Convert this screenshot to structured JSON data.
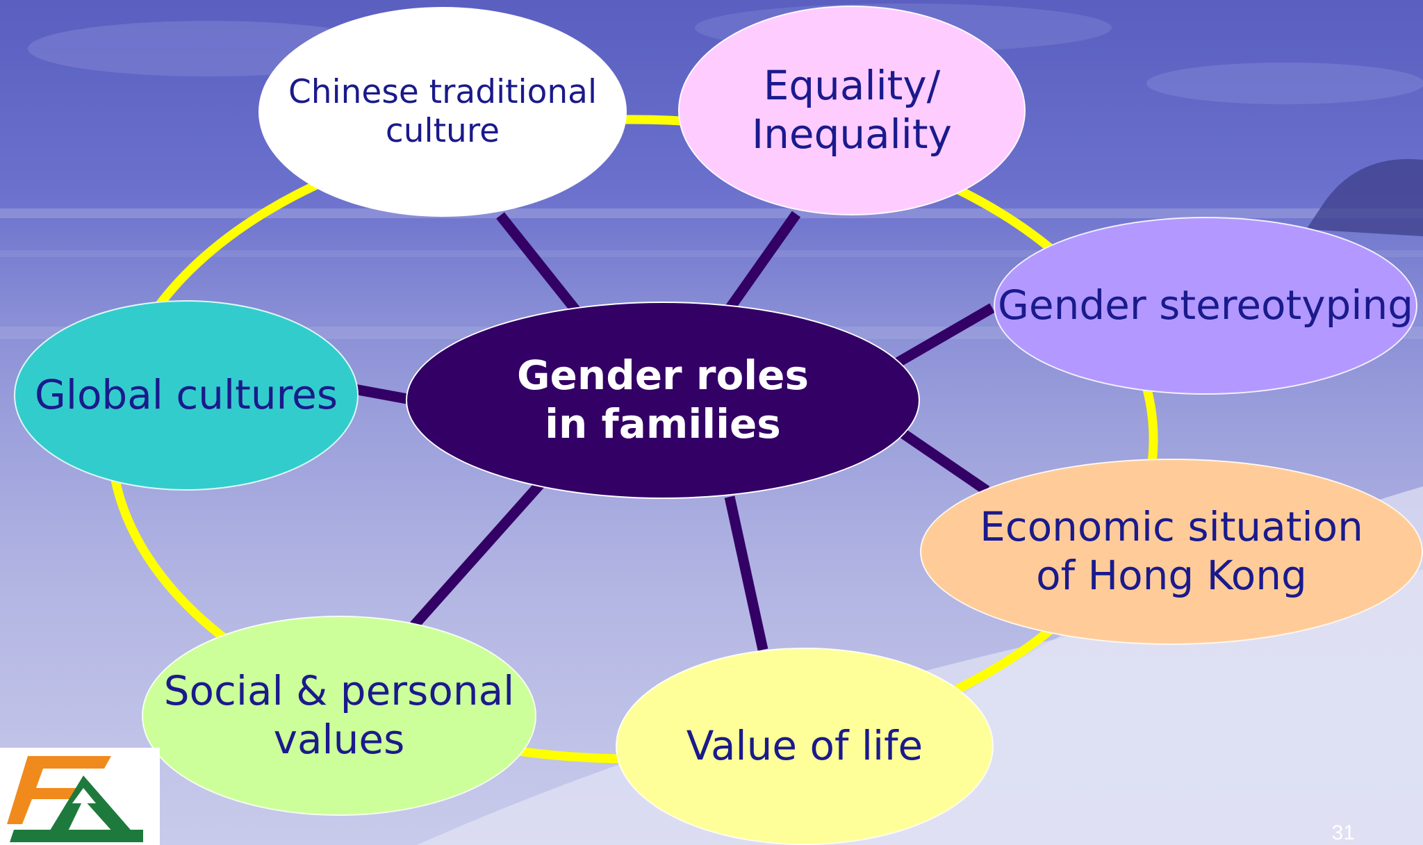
{
  "center": {
    "line1": "Gender roles",
    "line2": "in families"
  },
  "nodes": {
    "chinese_traditional": {
      "line1": "Chinese traditional",
      "line2": "culture"
    },
    "equality": {
      "line1": "Equality/",
      "line2": "Inequality"
    },
    "stereotyping": {
      "line1": "Gender stereotyping"
    },
    "economic": {
      "line1": "Economic situation",
      "line2": "of Hong Kong"
    },
    "value_of_life": {
      "line1": "Value of life"
    },
    "social_personal": {
      "line1": "Social & personal",
      "line2": "values"
    },
    "global_cultures": {
      "line1": "Global cultures"
    }
  },
  "colors": {
    "center_fill": "#330066",
    "ring": "#ffff00",
    "connector": "#330066",
    "chinese_traditional": "#ffffff",
    "equality": "#ffccff",
    "stereotyping": "#b399ff",
    "economic": "#ffcc99",
    "value_of_life": "#ffff99",
    "social_personal": "#ccff99",
    "global_cultures": "#33cccc"
  },
  "logo": {
    "icon": "ea-logo-icon"
  },
  "page_number": "31"
}
